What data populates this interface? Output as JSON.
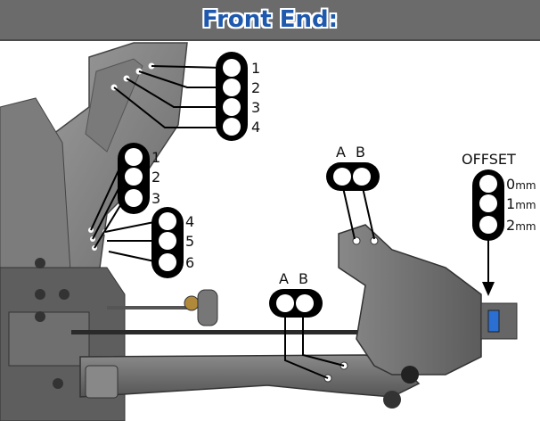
{
  "header": {
    "title": "Front End:"
  },
  "chassis_top_holes": {
    "labels": [
      "1",
      "2",
      "3",
      "4"
    ]
  },
  "chassis_side_holes": {
    "labels": [
      "1",
      "2",
      "3",
      "4",
      "5",
      "6"
    ]
  },
  "steering_block": {
    "labels": [
      "A",
      "B"
    ]
  },
  "arm_mount": {
    "labels": [
      "A",
      "B"
    ]
  },
  "offset": {
    "title": "OFFSET",
    "values": [
      {
        "num": "0",
        "unit": "mm"
      },
      {
        "num": "1",
        "unit": "mm"
      },
      {
        "num": "2",
        "unit": "mm"
      }
    ]
  },
  "colors": {
    "header_bg": "#6b6b6b",
    "title": "#1f59ad",
    "part_dark": "#3a3a3a",
    "part_mid": "#6e6e6e",
    "part_light": "#8f8f8f"
  }
}
